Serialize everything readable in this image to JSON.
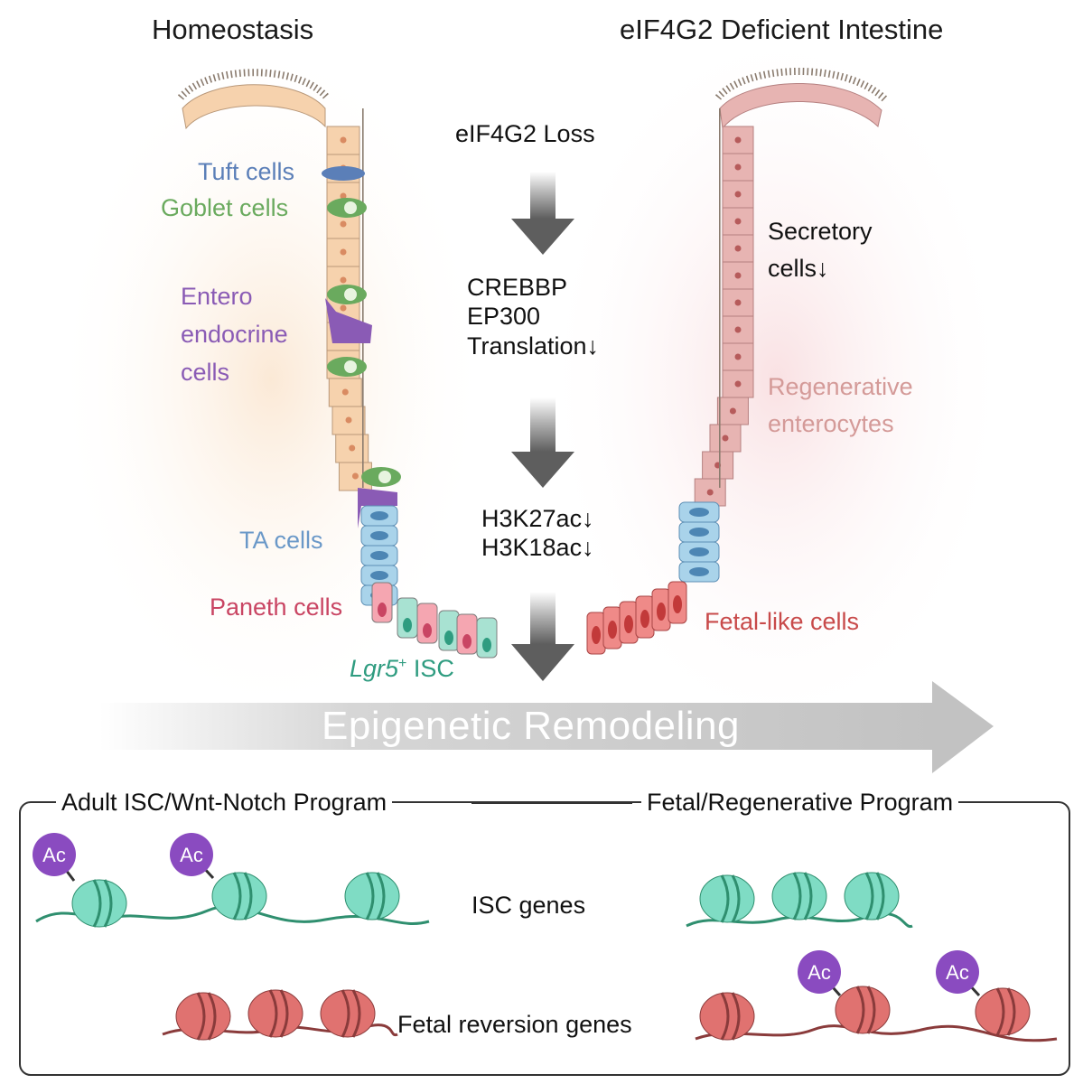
{
  "headers": {
    "left": "Homeostasis",
    "right": "eIF4G2 Deficient Intestine"
  },
  "cell_labels": {
    "tuft": "Tuft cells",
    "goblet": "Goblet cells",
    "entero": "Entero\nendocrine\ncells",
    "ta": "TA cells",
    "paneth": "Paneth cells",
    "isc_italic": "Lgr5",
    "isc_sup": "+",
    "isc_rest": " ISC",
    "secretory": "Secretory\ncells↓",
    "regenerative": "Regenerative\nenterocytes",
    "fetal_like": "Fetal-like cells"
  },
  "steps": {
    "loss": "eIF4G2 Loss",
    "translation": "CREBBP\nEP300\nTranslation↓",
    "acetylation": "H3K27ac↓\nH3K18ac↓"
  },
  "banner": "Epigenetic Remodeling",
  "programs": {
    "left": "Adult ISC/Wnt-Notch Program",
    "right": "Fetal/Regenerative Program"
  },
  "genes": {
    "isc": "ISC genes",
    "fetal": "Fetal reversion genes"
  },
  "ac_mark": "Ac",
  "colors": {
    "tuft": "#5b7fb8",
    "goblet": "#6aaa5e",
    "entero": "#8a5bb5",
    "ta": "#6a98c8",
    "paneth": "#c94563",
    "isc": "#2f9c80",
    "regenerative": "#d49a98",
    "fetal_like": "#c84a4a",
    "ac": "#8a4bc0",
    "nucleosome_green": "#7fdcc4",
    "nucleosome_red": "#e07270"
  }
}
